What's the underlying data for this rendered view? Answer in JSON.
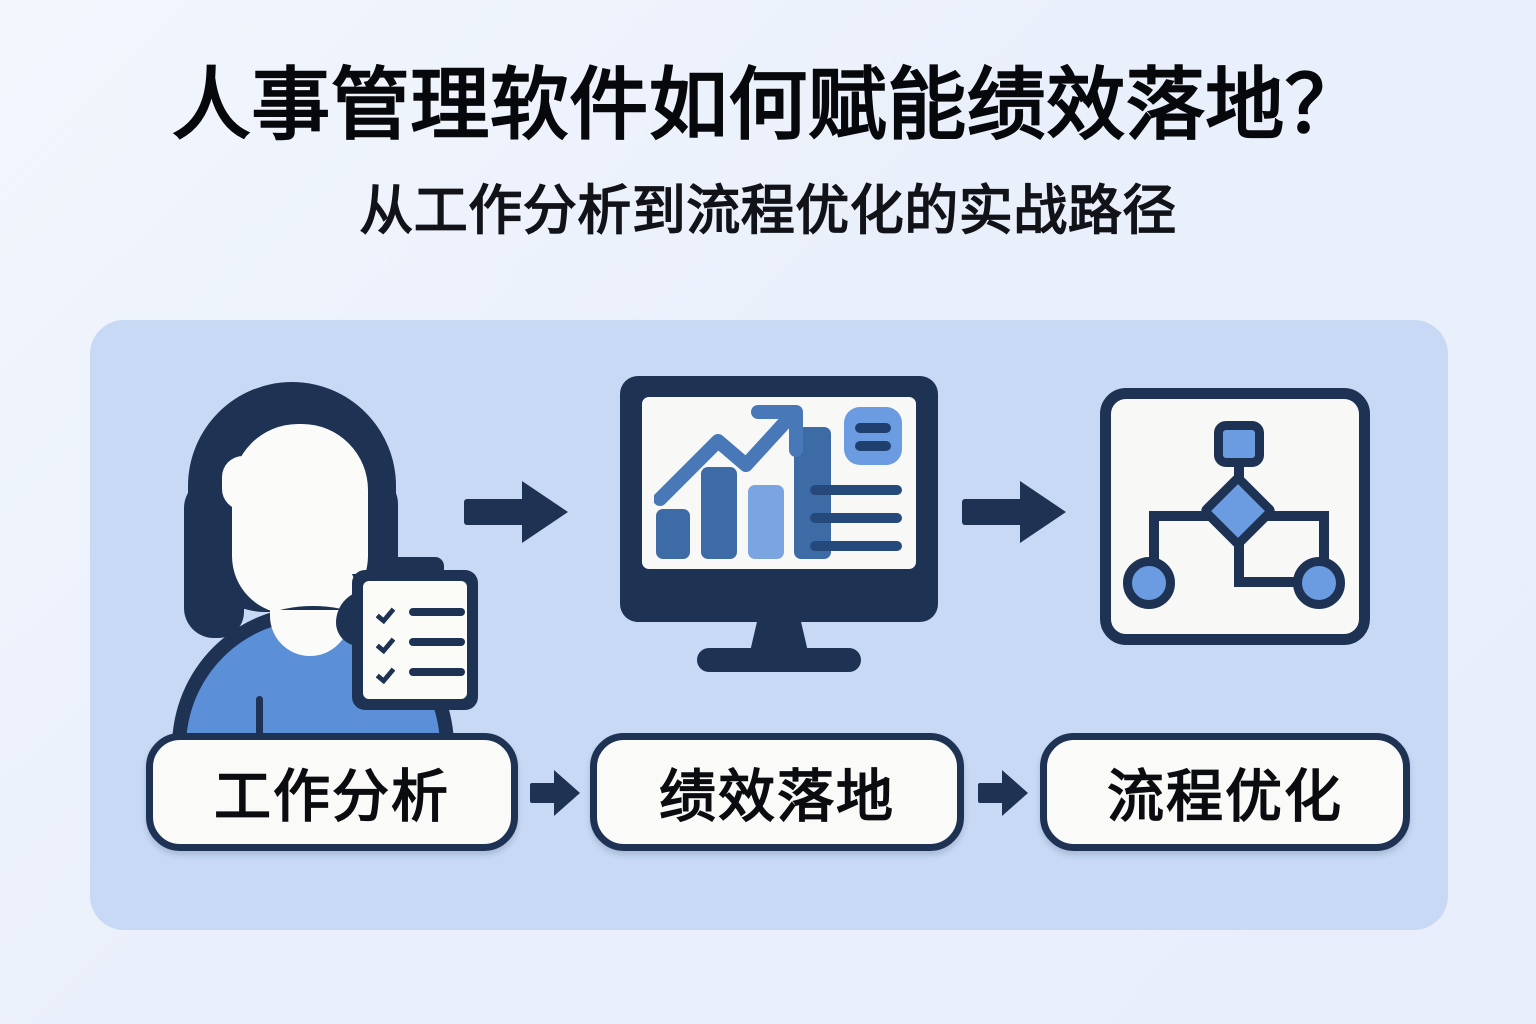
{
  "poster": {
    "title": "人事管理软件如何赋能绩效落地？",
    "subtitle": "从工作分析到流程优化的实战路径",
    "background_color": "#eef2fb",
    "panel_color": "#c7d9f4",
    "ink_color": "#1e3354",
    "accent_blue": "#5b8fd8",
    "light_blue": "#6b9be0",
    "surface_color": "#f8f8f6"
  },
  "flow": {
    "steps": [
      {
        "label": "工作分析",
        "icon": "person-with-clipboard-icon"
      },
      {
        "label": "绩效落地",
        "icon": "monitor-dashboard-icon"
      },
      {
        "label": "流程优化",
        "icon": "flowchart-icon"
      }
    ],
    "connector_icon": "right-arrow-icon"
  },
  "illustration": {
    "person": {
      "name": "hr-person-illustration",
      "hair_color": "#1e3354",
      "shirt_color": "#5b8fd8",
      "face_color": "#fbfbfa"
    },
    "clipboard": {
      "name": "clipboard-checklist-icon",
      "checklist_rows": 3
    },
    "monitor": {
      "name": "monitor-dashboard-icon",
      "frame_color": "#1e3354",
      "screen_color": "#f8f8f6",
      "side_panel_lines": 3,
      "side_card_bars": 2
    },
    "flowchart": {
      "name": "flowchart-icon",
      "nodes": [
        "square",
        "diamond",
        "circle-left",
        "circle-right"
      ],
      "node_fill": "#6b9be0"
    }
  },
  "chart_data": {
    "type": "bar",
    "title": "",
    "categories": [
      "1",
      "2",
      "3",
      "4"
    ],
    "values": [
      30,
      54,
      44,
      78
    ],
    "ylim": [
      0,
      100
    ],
    "xlabel": "",
    "ylabel": "",
    "grid": false,
    "legend": "none",
    "series": [
      {
        "name": "bars",
        "values": [
          30,
          54,
          44,
          78
        ],
        "colors": [
          "#3d6ba5",
          "#3d6ba5",
          "#7aa5e0",
          "#3d6ba5"
        ]
      }
    ],
    "overlay": {
      "type": "line",
      "name": "trend-arrow",
      "color": "#4878b8",
      "points": [
        [
          0,
          12
        ],
        [
          32,
          52
        ],
        [
          52,
          34
        ],
        [
          78,
          80
        ],
        [
          100,
          96
        ]
      ],
      "arrowhead": "up-right"
    }
  }
}
